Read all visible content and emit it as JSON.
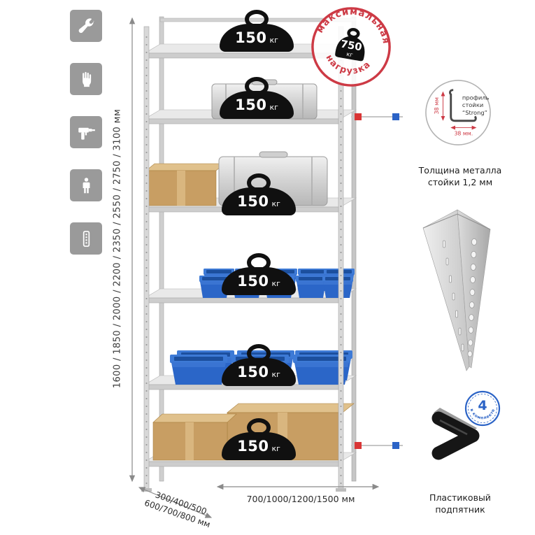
{
  "left_toolbar": {
    "icons": [
      {
        "name": "wrench"
      },
      {
        "name": "glove"
      },
      {
        "name": "drill"
      },
      {
        "name": "person"
      },
      {
        "name": "rack-post"
      }
    ]
  },
  "height_dim": {
    "label": "1600 / 1850 / 2000 / 2200 / 2350 / 2550 / 2750 / 3100 мм"
  },
  "shelves": [
    {
      "load": "150",
      "unit": "кг"
    },
    {
      "load": "150",
      "unit": "кг"
    },
    {
      "load": "150",
      "unit": "кг"
    },
    {
      "load": "150",
      "unit": "кг"
    },
    {
      "load": "150",
      "unit": "кг"
    },
    {
      "load": "150",
      "unit": "кг"
    }
  ],
  "stamp": {
    "arc_top": "максимальная",
    "arc_bottom": "нагрузка",
    "value": "750",
    "unit": "кг"
  },
  "profile_detail": {
    "line1": "профиль",
    "line2": "стойки",
    "line3": "“Strong”",
    "dim_height": "38 мм",
    "dim_width": "38 мм.",
    "caption_line1": "Толщина металла",
    "caption_line2": "стойки 1,2 мм"
  },
  "foot_detail": {
    "count": "4",
    "count_caption": "в комплекте",
    "caption_line1": "Пластиковый",
    "caption_line2": "подпятник"
  },
  "bottom_dims": {
    "depth_line1": "300/400/500",
    "depth_line2": "600/700/800 мм",
    "width": "700/1000/1200/1500 мм"
  },
  "colors": {
    "accent_red": "#cd3a45",
    "accent_blue": "#2b63c6",
    "weight_black": "#101010",
    "icon_gray": "#9a9a9a",
    "bin_blue": "#2b66c8",
    "box_tan": "#c89e63",
    "metal_gray": "#d6d6d6"
  }
}
